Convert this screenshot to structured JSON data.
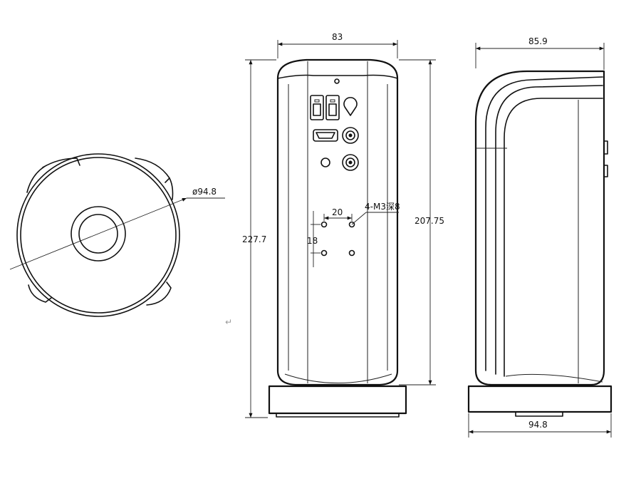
{
  "dimensions": {
    "top_diameter": "ø94.8",
    "front_width": "83",
    "front_height_total": "227.7",
    "front_height_body": "207.75",
    "hole_spacing_h": "20",
    "hole_spacing_v": "18",
    "hole_spec": "4-M3深8",
    "side_width": "85.9",
    "base_width": "94.8"
  },
  "marks": {
    "return_glyph": "↵"
  }
}
